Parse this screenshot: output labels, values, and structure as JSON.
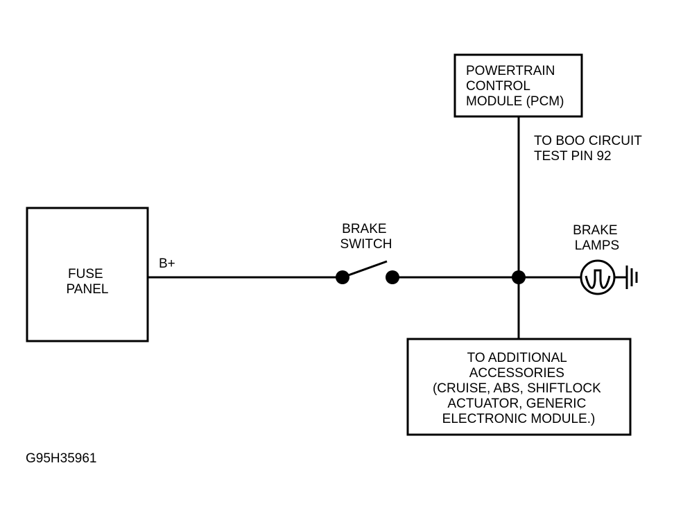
{
  "fuse_panel": {
    "lines": [
      "FUSE",
      "PANEL"
    ]
  },
  "b_plus": "B+",
  "brake_switch": {
    "lines": [
      "BRAKE",
      "SWITCH"
    ]
  },
  "pcm": {
    "lines": [
      "POWERTRAIN",
      "CONTROL",
      "MODULE (PCM)"
    ]
  },
  "boo_circuit": {
    "lines": [
      "TO BOO CIRCUIT",
      "TEST PIN 92"
    ]
  },
  "brake_lamps": {
    "lines": [
      "BRAKE",
      "LAMPS"
    ]
  },
  "accessories": {
    "lines": [
      "TO ADDITIONAL",
      "ACCESSORIES",
      "(CRUISE, ABS, SHIFTLOCK",
      "ACTUATOR, GENERIC",
      "ELECTRONIC MODULE.)"
    ]
  },
  "figure_id": "G95H35961",
  "icons": {
    "switch": "switch-icon",
    "lamp": "lamp-icon",
    "ground": "ground-icon"
  }
}
